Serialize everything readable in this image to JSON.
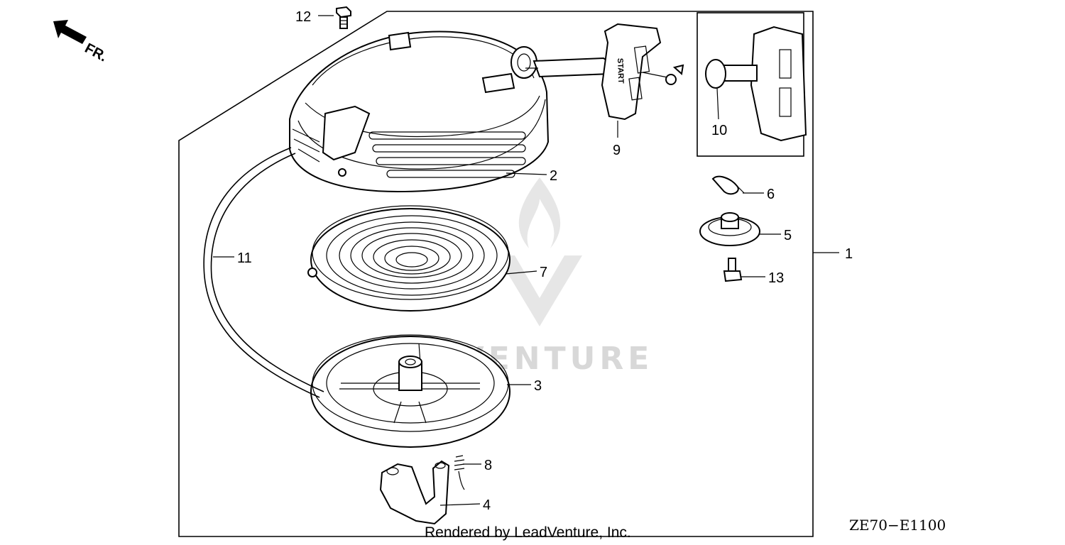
{
  "watermark": {
    "brand": "LEADVENTURE"
  },
  "direction_label": "FR.",
  "handle_text": "START",
  "diagram_code": "ZE70−E1100",
  "rendered_by": "Rendered by LeadVenture, Inc.",
  "callouts": {
    "c1": "1",
    "c2": "2",
    "c3": "3",
    "c4": "4",
    "c5": "5",
    "c6": "6",
    "c7": "7",
    "c8": "8",
    "c9": "9",
    "c10": "10",
    "c11": "11",
    "c12": "12",
    "c13": "13"
  }
}
